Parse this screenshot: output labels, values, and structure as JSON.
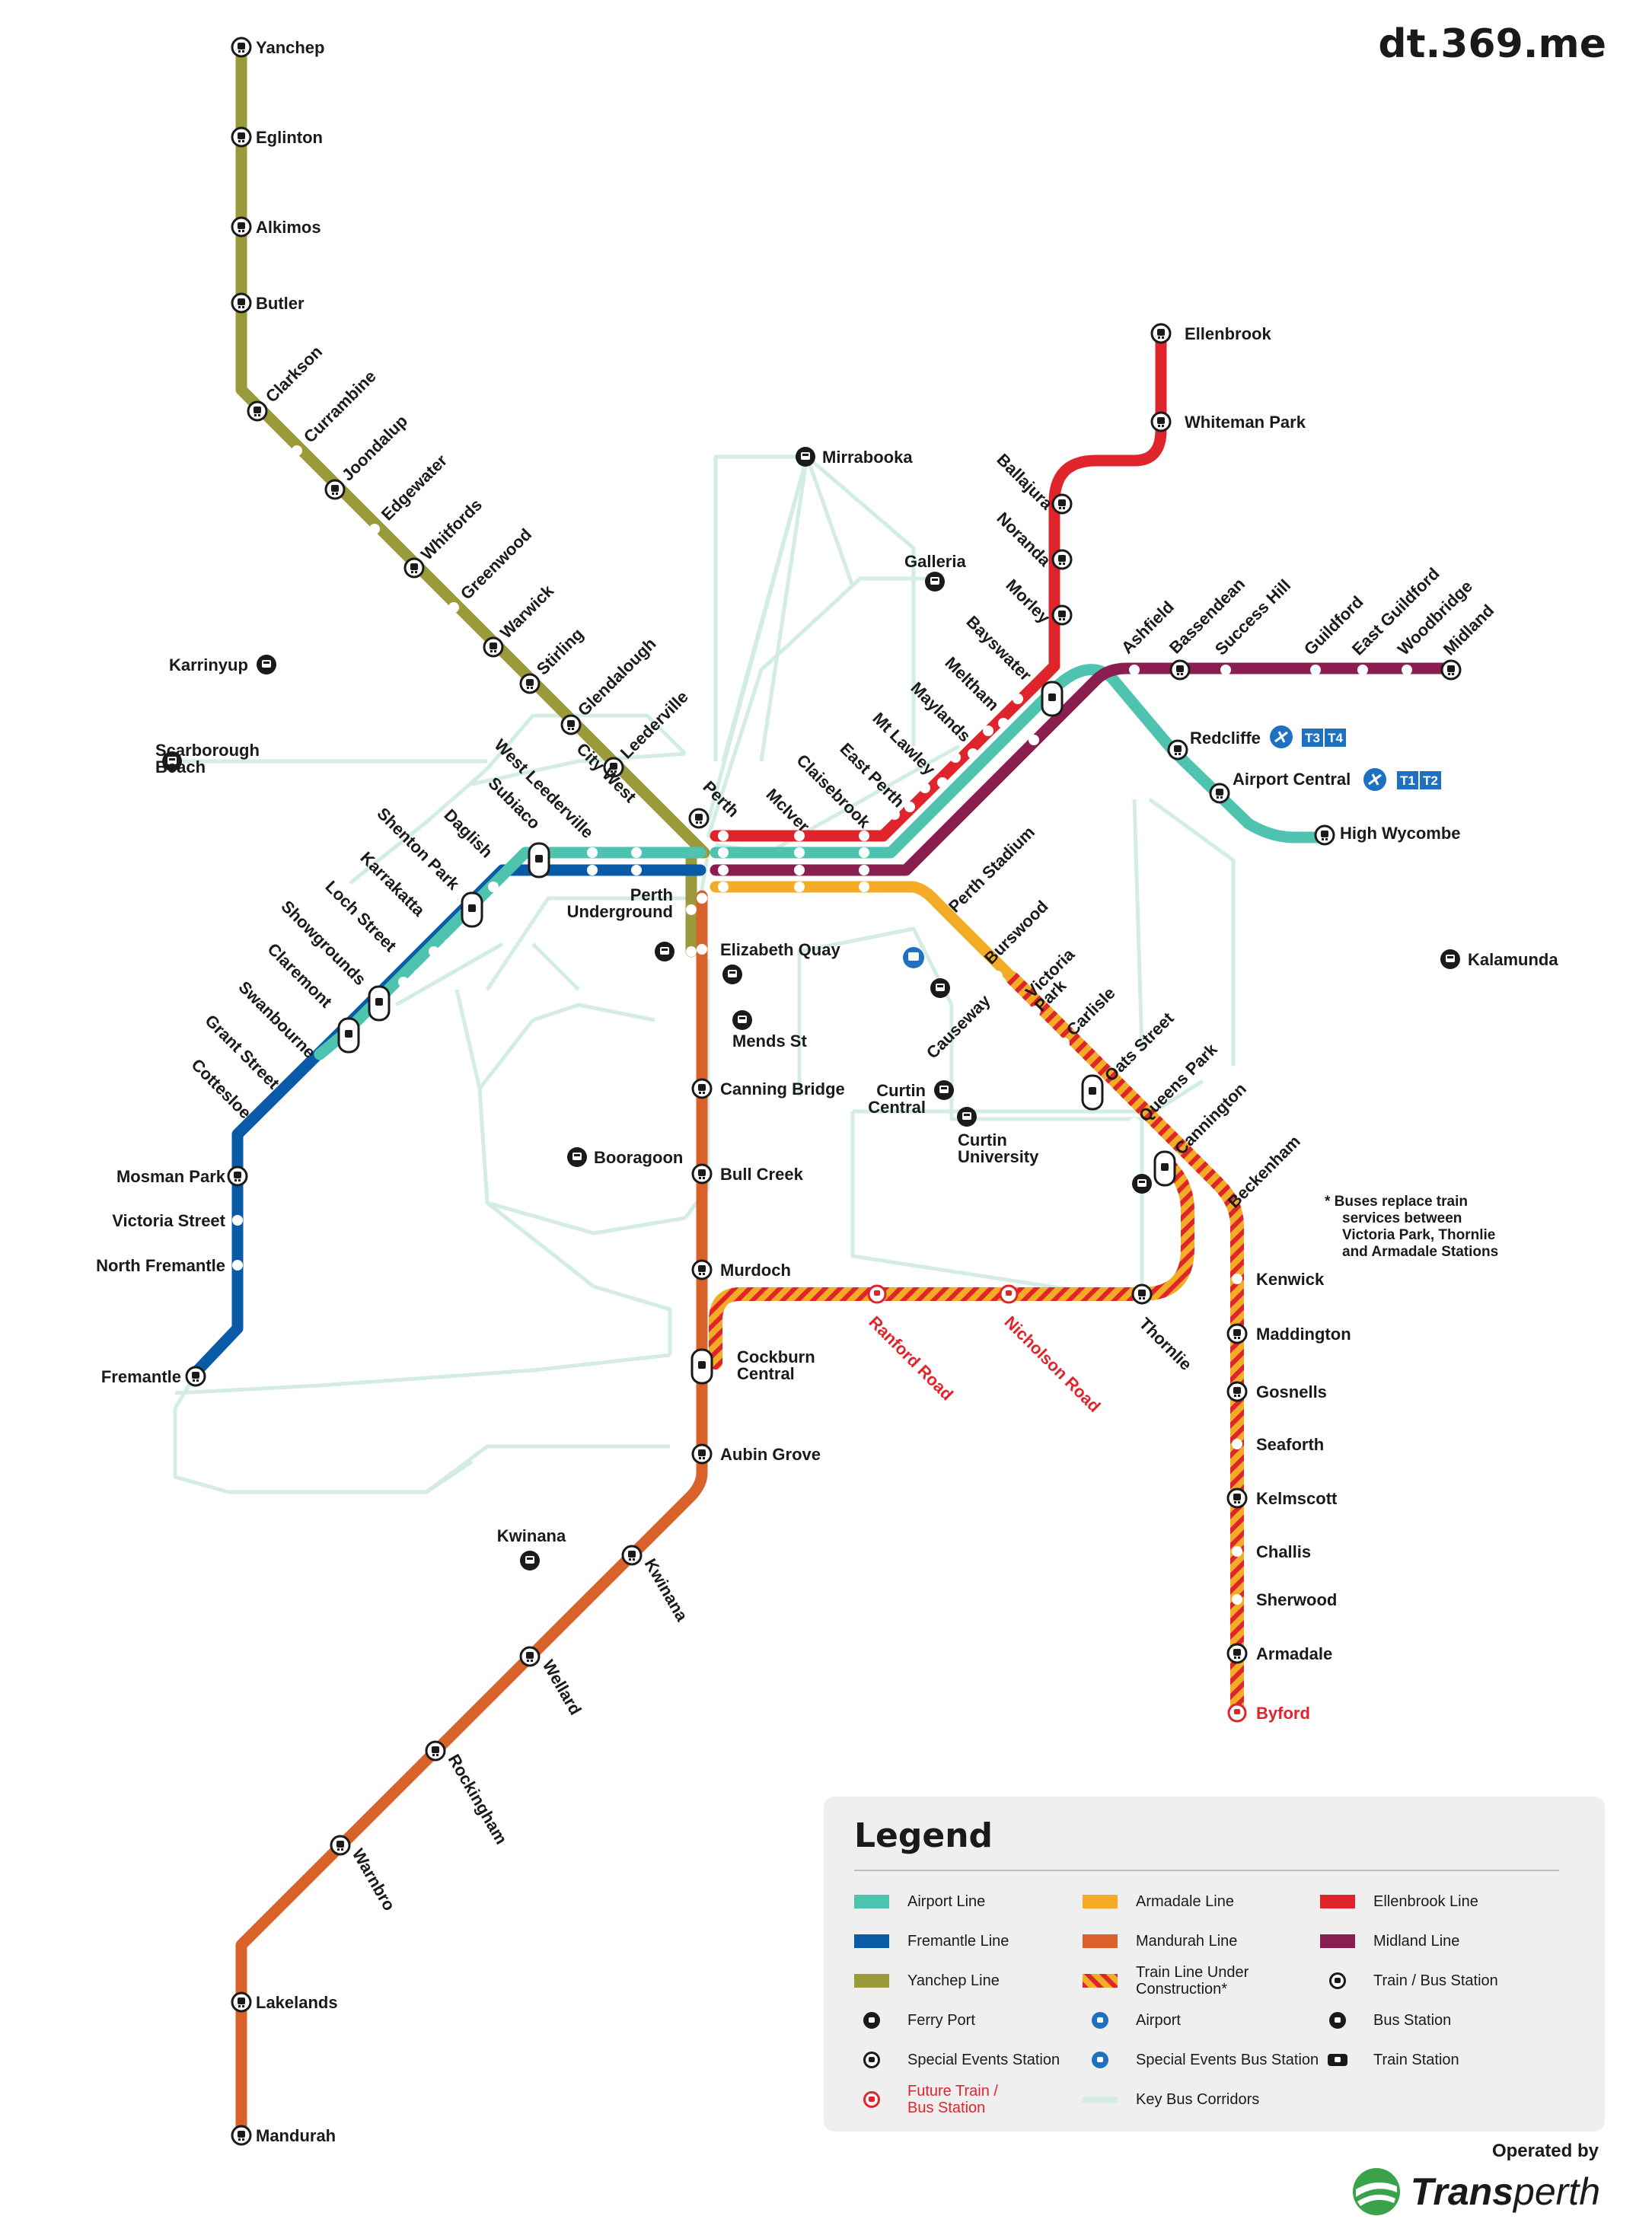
{
  "watermark": "dt.369.me",
  "footnote": [
    "* Buses replace train",
    "services between",
    "Victoria Park, Thornlie",
    "and Armadale Stations"
  ],
  "colors": {
    "airport": "#4dc3b0",
    "fremantle": "#0a5ba7",
    "yanchep": "#9a9a3a",
    "armadale": "#f4ac26",
    "mandurah": "#d8622a",
    "ellenbrook": "#e0242c",
    "midland": "#8b1e50",
    "corridor": "#d3ece4",
    "future": "#e0242c",
    "icon": "#1a1a1a",
    "airportIcon": "#1e70c1"
  },
  "stations": [
    {
      "name": "Yanchep"
    },
    {
      "name": "Eglinton"
    },
    {
      "name": "Alkimos"
    },
    {
      "name": "Butler"
    },
    {
      "name": "Clarkson"
    },
    {
      "name": "Currambine"
    },
    {
      "name": "Joondalup"
    },
    {
      "name": "Edgewater"
    },
    {
      "name": "Whitfords"
    },
    {
      "name": "Greenwood"
    },
    {
      "name": "Warwick"
    },
    {
      "name": "Stirling"
    },
    {
      "name": "Glendalough"
    },
    {
      "name": "Leederville"
    },
    {
      "name": "City West"
    },
    {
      "name": "West Leederville"
    },
    {
      "name": "Subiaco"
    },
    {
      "name": "Daglish"
    },
    {
      "name": "Shenton Park"
    },
    {
      "name": "Karrakatta"
    },
    {
      "name": "Loch Street"
    },
    {
      "name": "Showgrounds"
    },
    {
      "name": "Claremont"
    },
    {
      "name": "Swanbourne"
    },
    {
      "name": "Grant Street"
    },
    {
      "name": "Cottesloe"
    },
    {
      "name": "Mosman Park"
    },
    {
      "name": "Victoria Street"
    },
    {
      "name": "North Fremantle"
    },
    {
      "name": "Fremantle"
    },
    {
      "name": "Perth"
    },
    {
      "name": "Perth"
    },
    {
      "name": "Underground"
    },
    {
      "name": "McIver"
    },
    {
      "name": "Claisebrook"
    },
    {
      "name": "East Perth"
    },
    {
      "name": "Mt Lawley"
    },
    {
      "name": "Maylands"
    },
    {
      "name": "Meltham"
    },
    {
      "name": "Bayswater"
    },
    {
      "name": "Morley"
    },
    {
      "name": "Noranda"
    },
    {
      "name": "Ballajura"
    },
    {
      "name": "Whiteman Park"
    },
    {
      "name": "Ellenbrook"
    },
    {
      "name": "Ashfield"
    },
    {
      "name": "Bassendean"
    },
    {
      "name": "Success Hill"
    },
    {
      "name": "Guildford"
    },
    {
      "name": "East Guildford"
    },
    {
      "name": "Woodbridge"
    },
    {
      "name": "Midland"
    },
    {
      "name": "Redcliffe"
    },
    {
      "name": "Airport Central"
    },
    {
      "name": "High Wycombe"
    },
    {
      "name": "Perth Stadium"
    },
    {
      "name": "Burswood"
    },
    {
      "name": "Victoria"
    },
    {
      "name": "Park"
    },
    {
      "name": "Carlisle"
    },
    {
      "name": "Oats Street"
    },
    {
      "name": "Queens Park"
    },
    {
      "name": "Cannington"
    },
    {
      "name": "Beckenham"
    },
    {
      "name": "Kenwick"
    },
    {
      "name": "Maddington"
    },
    {
      "name": "Gosnells"
    },
    {
      "name": "Seaforth"
    },
    {
      "name": "Kelmscott"
    },
    {
      "name": "Challis"
    },
    {
      "name": "Sherwood"
    },
    {
      "name": "Armadale"
    },
    {
      "name": "Byford"
    },
    {
      "name": "Thornlie"
    },
    {
      "name": "Ranford Road"
    },
    {
      "name": "Nicholson Road"
    },
    {
      "name": "Elizabeth Quay"
    },
    {
      "name": "Canning Bridge"
    },
    {
      "name": "Bull Creek"
    },
    {
      "name": "Murdoch"
    },
    {
      "name": "Cockburn"
    },
    {
      "name": "Central"
    },
    {
      "name": "Aubin Grove"
    },
    {
      "name": "Kwinana"
    },
    {
      "name": "Wellard"
    },
    {
      "name": "Rockingham"
    },
    {
      "name": "Warnbro"
    },
    {
      "name": "Lakelands"
    },
    {
      "name": "Mandurah"
    },
    {
      "name": "Mirrabooka"
    },
    {
      "name": "Galleria"
    },
    {
      "name": "Karrinyup"
    },
    {
      "name": "Scarborough"
    },
    {
      "name": "Beach"
    },
    {
      "name": "Kalamunda"
    },
    {
      "name": "Mends St"
    },
    {
      "name": "Causeway"
    },
    {
      "name": "Curtin"
    },
    {
      "name": "Central"
    },
    {
      "name": "Curtin"
    },
    {
      "name": "University"
    },
    {
      "name": "Booragoon"
    },
    {
      "name": "Kwinana"
    }
  ],
  "badges": [
    "T3",
    "T4",
    "T1",
    "T2"
  ],
  "legend": {
    "title": "Legend",
    "items": [
      {
        "label": "Airport Line",
        "kind": "line",
        "color": "#4dc3b0"
      },
      {
        "label": "Armadale Line",
        "kind": "line",
        "color": "#f4ac26"
      },
      {
        "label": "Ellenbrook Line",
        "kind": "line",
        "color": "#e0242c"
      },
      {
        "label": "Fremantle Line",
        "kind": "line",
        "color": "#0a5ba7"
      },
      {
        "label": "Mandurah Line",
        "kind": "line",
        "color": "#d8622a"
      },
      {
        "label": "Midland Line",
        "kind": "line",
        "color": "#8b1e50"
      },
      {
        "label": "Yanchep Line",
        "kind": "line",
        "color": "#9a9a3a"
      },
      {
        "label": "Train Line Under Construction*",
        "kind": "hatch",
        "color": "#e0242c"
      },
      {
        "label": "Train / Bus Station",
        "kind": "trainbus",
        "color": "#1a1a1a"
      },
      {
        "label": "Ferry Port",
        "kind": "ferry",
        "color": "#1a1a1a"
      },
      {
        "label": "Airport",
        "kind": "airport",
        "color": "#1e70c1"
      },
      {
        "label": "Bus Station",
        "kind": "bus",
        "color": "#1a1a1a"
      },
      {
        "label": "Special Events Station",
        "kind": "special",
        "color": "#1a1a1a"
      },
      {
        "label": "Special Events Bus Station",
        "kind": "specialbus",
        "color": "#1e70c1"
      },
      {
        "label": "Train Station",
        "kind": "train",
        "color": "#1a1a1a"
      },
      {
        "label": "Future Train / Bus Station",
        "kind": "future",
        "color": "#e0242c"
      },
      {
        "label": "Key Bus Corridors",
        "kind": "corridor",
        "color": "#d3ece4"
      }
    ]
  },
  "operator": {
    "operated_by": "Operated by",
    "brand_a": "Trans",
    "brand_b": "perth"
  }
}
